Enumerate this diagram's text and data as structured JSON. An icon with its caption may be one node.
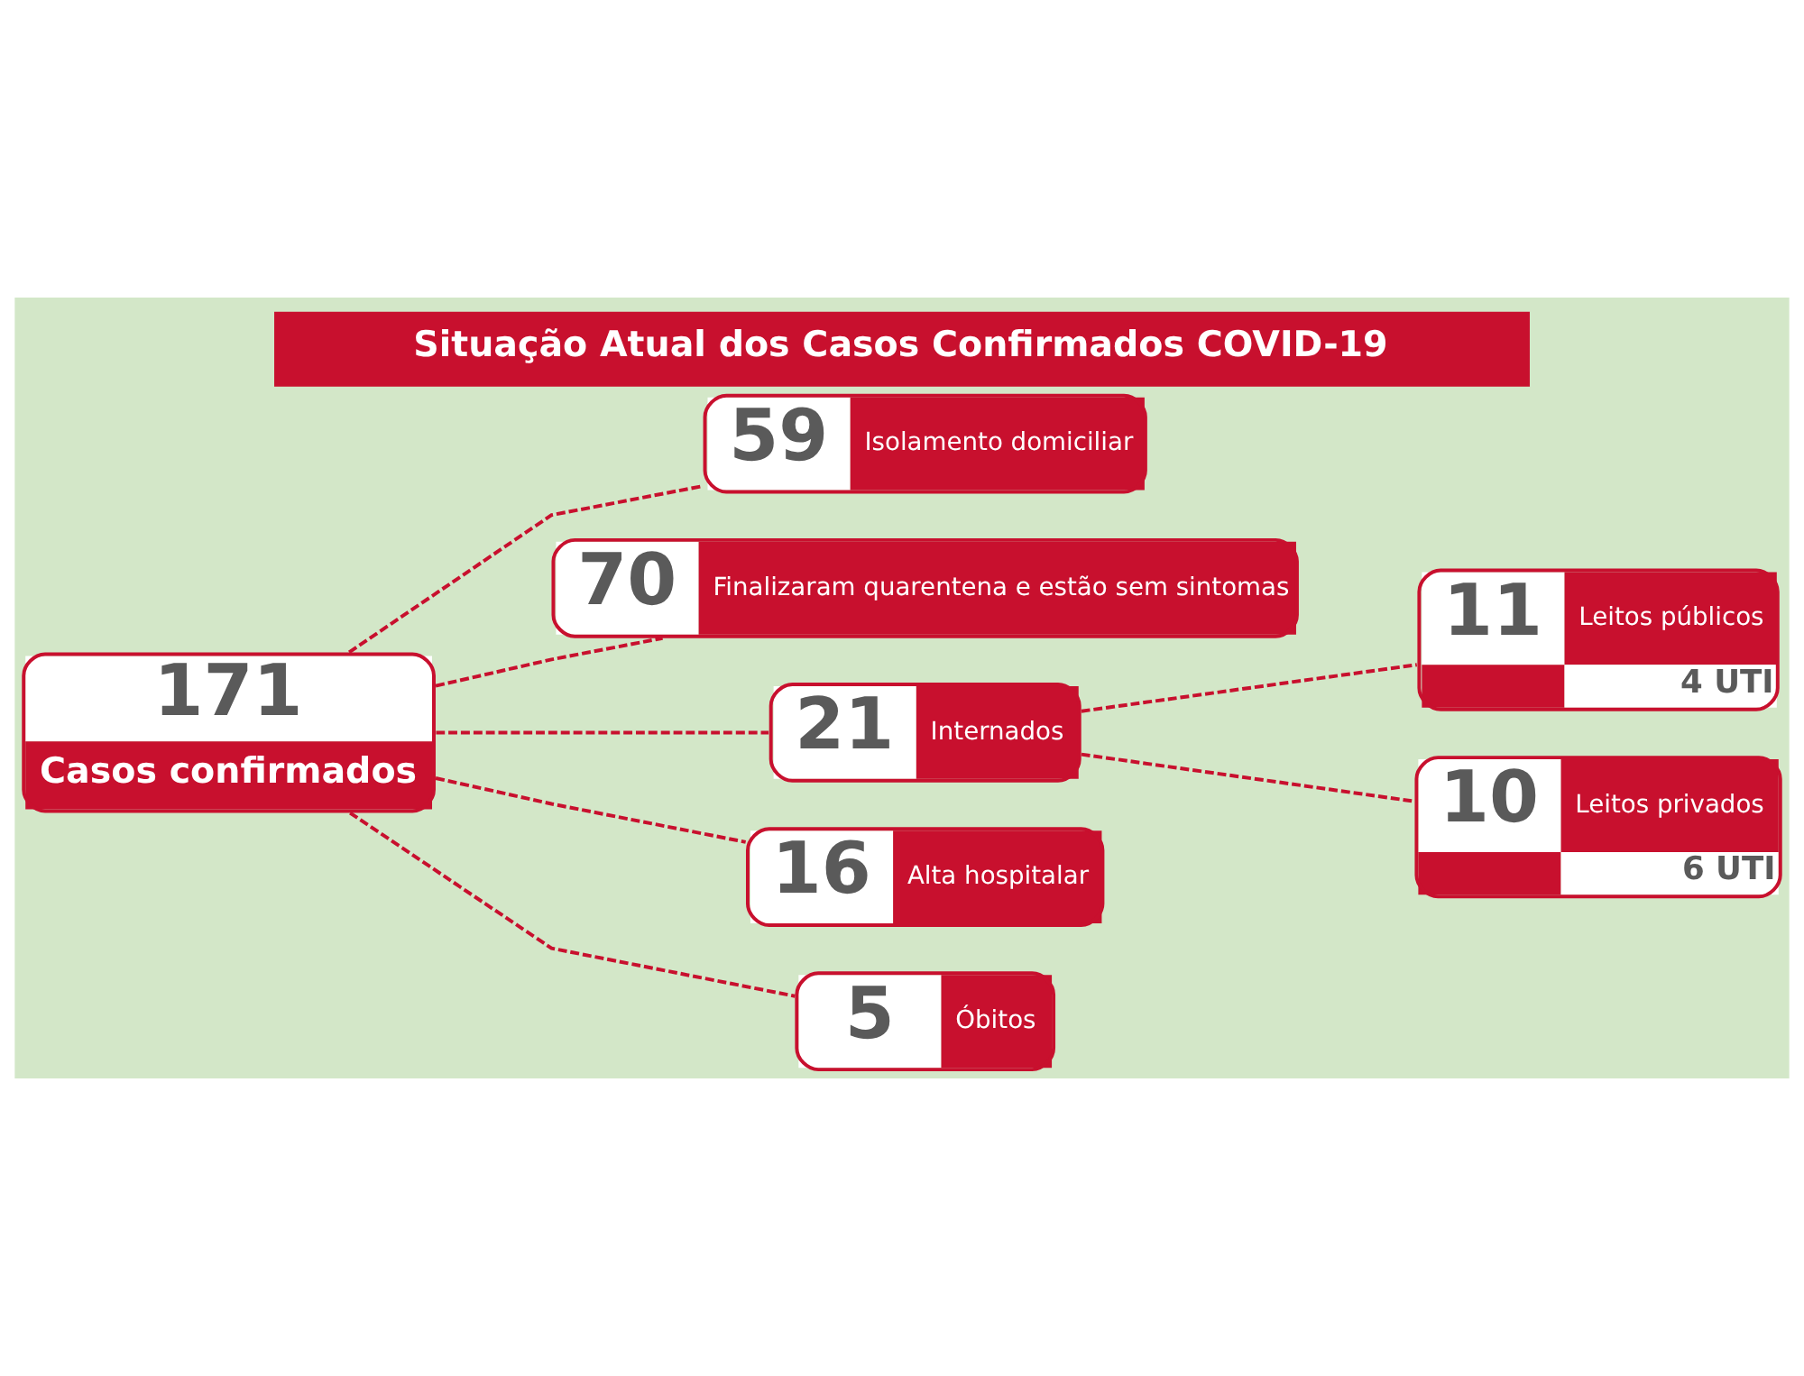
{
  "diagram": {
    "title": "Situação Atual dos Casos Confirmados COVID-19",
    "nodes": [
      {
        "text": [
          "171",
          "Casos confirmados"
        ]
      },
      {
        "text": [
          "59",
          "Isolamento domiciliar"
        ]
      },
      {
        "text": [
          "70",
          "Finalizaram quarentena e estão sem sintomas"
        ]
      },
      {
        "text": [
          "21",
          "Internados"
        ]
      },
      {
        "text": [
          "16",
          "Alta hospitalar"
        ]
      },
      {
        "text": [
          "5",
          "Óbitos"
        ]
      },
      {
        "text": [
          "11",
          "Leitos públicos",
          "4 UTI"
        ]
      },
      {
        "text": [
          "10",
          "Leitos privados",
          "6 UTI"
        ]
      }
    ],
    "edges": [
      {
        "from": 0,
        "to": 1,
        "arrow": "none",
        "style": "dashed"
      },
      {
        "from": 0,
        "to": 2,
        "arrow": "none",
        "style": "dashed"
      },
      {
        "from": 0,
        "to": 3,
        "arrow": "none",
        "style": "dashed"
      },
      {
        "from": 0,
        "to": 4,
        "arrow": "none",
        "style": "dashed"
      },
      {
        "from": 0,
        "to": 5,
        "arrow": "none",
        "style": "dashed"
      },
      {
        "from": 3,
        "to": 6,
        "arrow": "none",
        "style": "dashed"
      },
      {
        "from": 3,
        "to": 7,
        "arrow": "none",
        "style": "dashed"
      }
    ]
  }
}
